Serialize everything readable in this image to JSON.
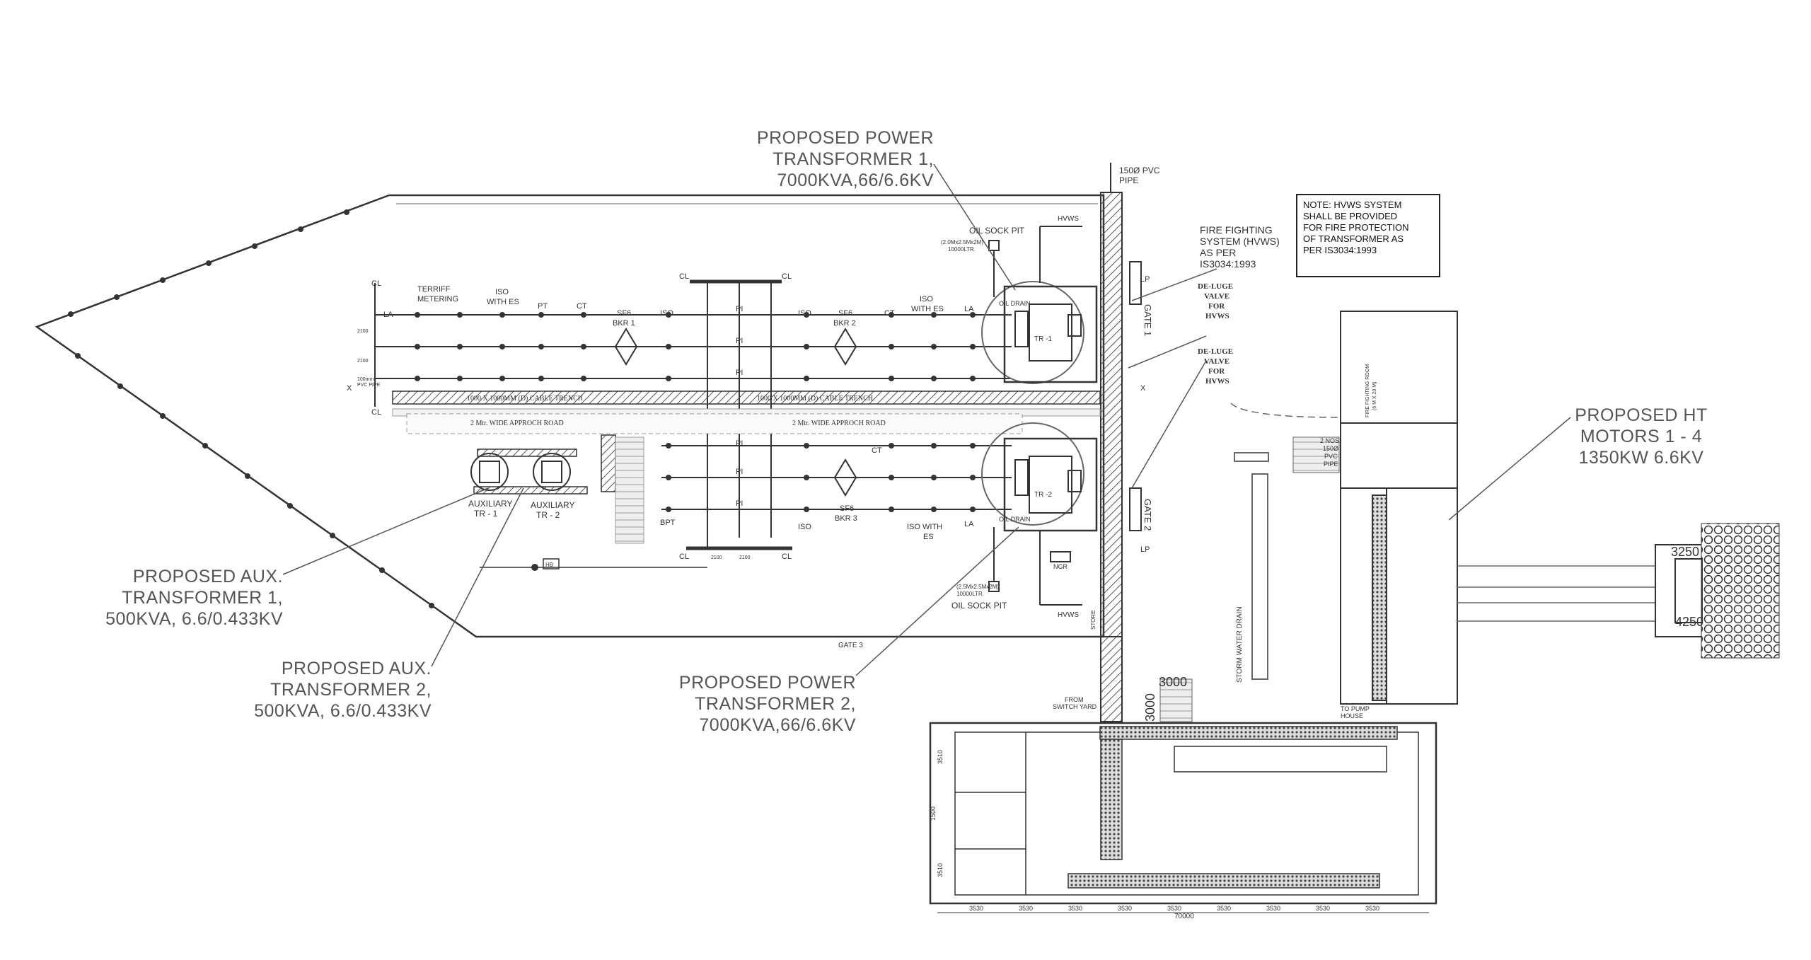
{
  "callouts": {
    "power_tr1": [
      "PROPOSED POWER",
      "TRANSFORMER 1,",
      "7000KVA,66/6.6KV"
    ],
    "power_tr2": [
      "PROPOSED POWER",
      "TRANSFORMER 2,",
      "7000KVA,66/6.6KV"
    ],
    "aux_tr1": [
      "PROPOSED AUX.",
      "TRANSFORMER 1,",
      "500KVA, 6.6/0.433KV"
    ],
    "aux_tr2": [
      "PROPOSED AUX.",
      "TRANSFORMER 2,",
      "500KVA, 6.6/0.433KV"
    ],
    "ht_motors": [
      "PROPOSED HT",
      "MOTORS 1 - 4",
      "1350KW 6.6KV"
    ]
  },
  "note": [
    "NOTE: HVWS SYSTEM",
    "SHALL BE PROVIDED",
    "FOR FIRE PROTECTION",
    "OF TRANSFORMER AS",
    "PER IS3034:1993"
  ],
  "labels": {
    "pvc_pipe": [
      "150Ø PVC",
      "PIPE"
    ],
    "fire_fighting": [
      "FIRE FIGHTING",
      "SYSTEM (HVWS)",
      "AS PER",
      "IS3034:1993"
    ],
    "deluge1": [
      "DE-LUGE",
      "VALVE",
      "FOR",
      "HVWS"
    ],
    "deluge2": [
      "DE-LUGE",
      "VALVE",
      "FOR",
      "HVWS"
    ],
    "oil_sock_pit_top": "OIL SOCK PIT",
    "oil_sock_pit_bottom": "OIL SOCK PIT",
    "oil_capacity_top": [
      "(2.0Mx2.5Mx2M)",
      "10000LTR."
    ],
    "oil_capacity_bottom": [
      "(2.5Mx2.5Mx2M)",
      "10000LTR."
    ],
    "hvws_top": "HVWS",
    "hvws_bottom": "HVWS",
    "gate1": "GATE 1",
    "gate2": "GATE 2",
    "gate3": "GATE 3",
    "tr1": "TR -1",
    "tr2": "TR -2",
    "oil_drain_1": "OIL DRAIN",
    "oil_drain_2": "OIL DRAIN",
    "ngr": "NGR",
    "cable_trench_1": "1000 X 1000MM (D) CABLE TRENCH",
    "cable_trench_2": "1000 X 1000MM (D) CABLE TRENCH",
    "road_1": "2 Mtr. WIDE APPROCH ROAD",
    "road_2": "2 Mtr. WIDE APPROCH ROAD",
    "terrif_metering": [
      "TERRIFF",
      "METERING"
    ],
    "iso_es_1": [
      "ISO",
      "WITH ES"
    ],
    "pt": "PT",
    "ct_1": "CT",
    "sf6_1": [
      "SF6",
      "BKR 1"
    ],
    "iso_1": "ISO",
    "pi_1": "PI",
    "pi_2": "PI",
    "pi_3": "PI",
    "pi_4": "PI",
    "pi_5": "PI",
    "pi_6": "PI",
    "iso_2": "ISO",
    "sf6_2": [
      "SF6",
      "BKR 2"
    ],
    "ct_2": "CT",
    "iso_es_2": [
      "ISO",
      "WITH ES"
    ],
    "la_1": "LA",
    "la_2": "LA",
    "la_3": "LA",
    "ct_3": "CT",
    "sf6_3": [
      "SF6",
      "BKR 3"
    ],
    "iso_3": "ISO",
    "iso_es_3": [
      "ISO WITH",
      "ES"
    ],
    "bpt": "BPT",
    "cl": "CL",
    "lp": "LP",
    "x": "X",
    "aux_tr1_label": [
      "AUXILIARY",
      "TR - 1"
    ],
    "aux_tr2_label": [
      "AUXILIARY",
      "TR - 2"
    ],
    "pvc_pipe_small": [
      "100mm",
      "PVC PIPE"
    ],
    "dim_2100": "2100",
    "dim_3000_h": "3000",
    "dim_3000_v": "3000",
    "dim_3250": "3250",
    "dim_4250": "4250",
    "dim_1500": "1500",
    "dim_3510": "3510",
    "dim_3530": "3530",
    "dim_70000": "70000",
    "storm_water_drain": "STORM WATER DRAIN",
    "fire_fighting_room": [
      "FIRE FIGHTING ROOM",
      "(6 M X 20 M)"
    ],
    "two_pvc_pipe": [
      "2 NOS.",
      "150Ø",
      "PVC",
      "PIPE"
    ],
    "from_switch_yard": [
      "FROM",
      "SWITCH YARD"
    ],
    "to_pump_house": [
      "TO PUMP",
      "HOUSE"
    ],
    "hb": "HB",
    "store": "STORE"
  }
}
